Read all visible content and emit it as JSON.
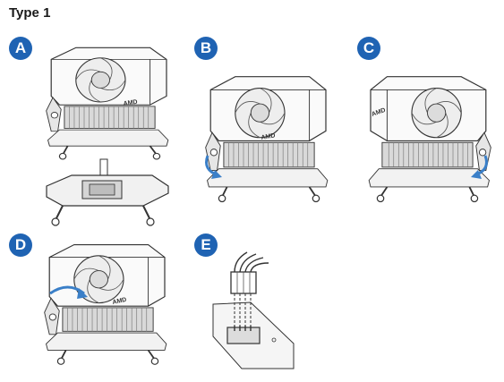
{
  "heading": "Type 1",
  "steps": [
    {
      "label": "A"
    },
    {
      "label": "B"
    },
    {
      "label": "C"
    },
    {
      "label": "D"
    },
    {
      "label": "E"
    }
  ],
  "brand_mark": "AMD",
  "colors": {
    "badge": "#1f63b3",
    "arrow": "#3a7fc8",
    "line": "#333333"
  }
}
